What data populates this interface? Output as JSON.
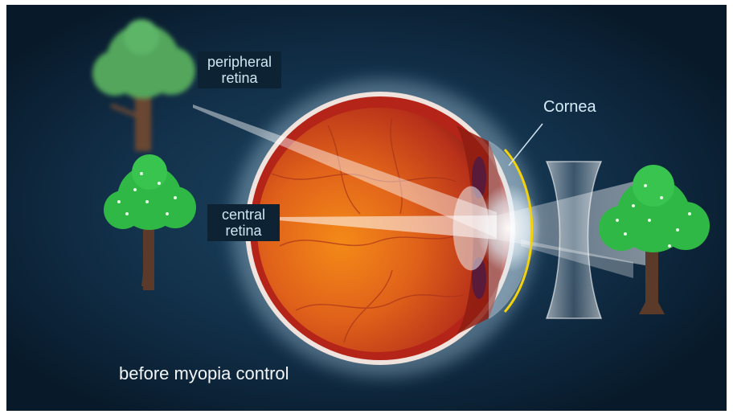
{
  "labels": {
    "peripheral": "peripheral\nretina",
    "central": "central\nretina",
    "cornea": "Cornea",
    "caption": "before myopia control"
  },
  "colors": {
    "background": "#0b1e30",
    "eye_inner": "#d9520f",
    "eye_wall": "#b42418",
    "cornea_arc": "#f2d20c",
    "label_box": "#0d2233"
  },
  "icons": [
    "tree-blurred-icon",
    "tree-focused-icon",
    "tree-object-icon",
    "concave-lens-icon",
    "eyeball-icon"
  ]
}
